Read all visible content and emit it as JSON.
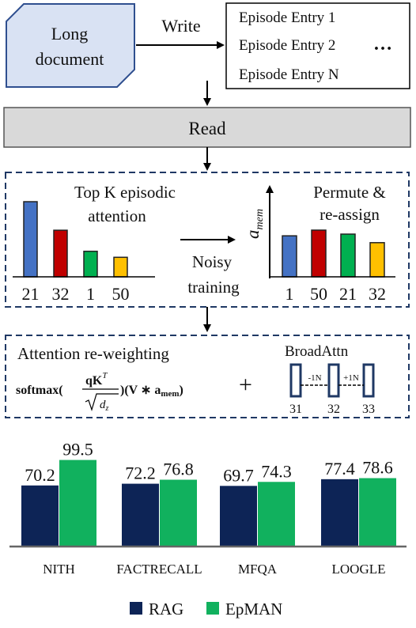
{
  "colors": {
    "doc_fill": "#d9e2f3",
    "doc_stroke": "#2f4f8f",
    "read_fill": "#d9d9d9",
    "dashed": "#1f3864",
    "blue": "#4472c4",
    "red": "#c00000",
    "green": "#00b050",
    "yellow": "#ffc000",
    "rag": "#0d2456",
    "epman": "#11b15e"
  },
  "top": {
    "doc_line1": "Long",
    "doc_line2": "document",
    "write_label": "Write",
    "entries": [
      "Episode Entry 1",
      "Episode Entry 2",
      "Episode Entry N"
    ],
    "ellipsis": "…"
  },
  "read": {
    "label": "Read"
  },
  "episodic": {
    "left_title_1": "Top K episodic",
    "left_title_2": "attention",
    "left_bars": [
      {
        "label": "21",
        "value": 1.0,
        "color": "blue"
      },
      {
        "label": "32",
        "value": 0.62,
        "color": "red"
      },
      {
        "label": "1",
        "value": 0.34,
        "color": "green"
      },
      {
        "label": "50",
        "value": 0.26,
        "color": "yellow"
      }
    ],
    "noisy_1": "Noisy",
    "noisy_2": "training",
    "axis_label_main": "a",
    "axis_label_sub": "mem",
    "right_title_1": "Permute &",
    "right_title_2": "re-assign",
    "right_bars": [
      {
        "label": "1",
        "value": 0.72,
        "color": "blue"
      },
      {
        "label": "50",
        "value": 0.82,
        "color": "red"
      },
      {
        "label": "21",
        "value": 0.75,
        "color": "green"
      },
      {
        "label": "32",
        "value": 0.6,
        "color": "yellow"
      }
    ]
  },
  "attention": {
    "title": "Attention re-weighting",
    "formula_prefix": "softmax(",
    "numerator": "qK",
    "numerator_sup": "T",
    "denominator": "d",
    "denominator_sub": "z",
    "formula_suffix": ")(V ∗ a",
    "formula_suffix_sub": "mem",
    "formula_end": ")",
    "plus": "+",
    "broad_title": "BroadAttn",
    "broad_minus": "-1N",
    "broad_plus": "+1N",
    "broad_labels": [
      "31",
      "32",
      "33"
    ]
  },
  "chart_data": {
    "type": "bar",
    "categories": [
      "NITH",
      "FACTRECALL",
      "MFQA",
      "LOOGLE"
    ],
    "series": [
      {
        "name": "RAG",
        "values": [
          70.2,
          72.2,
          69.7,
          77.4
        ]
      },
      {
        "name": "EpMAN",
        "values": [
          99.5,
          76.8,
          74.3,
          78.6
        ]
      }
    ],
    "ylim": [
      0,
      100
    ],
    "grid": false,
    "legend": "bottom"
  }
}
